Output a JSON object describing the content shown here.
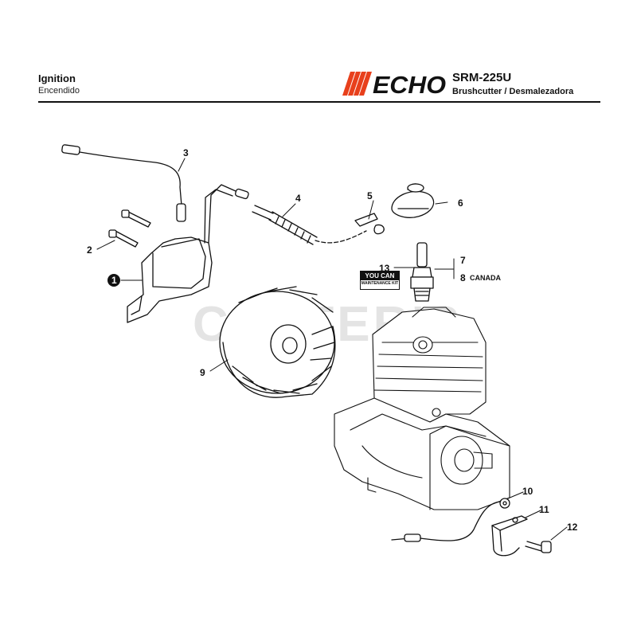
{
  "header": {
    "title": "Ignition",
    "subtitle": "Encendido",
    "brand": "ECHO",
    "model": "SRM-225U",
    "product": "Brushcutter / Desmalezadora"
  },
  "watermark": "CUTTER'S",
  "badge": {
    "line1": "YOU CAN",
    "line2": "MAINTENANCE KIT"
  },
  "colors": {
    "brand_orange": "#e8401c",
    "ink": "#111111",
    "watermark": "#cfcfcf"
  },
  "callouts": [
    {
      "id": "c1",
      "label": "1",
      "circled": true
    },
    {
      "id": "c2",
      "label": "2"
    },
    {
      "id": "c3",
      "label": "3"
    },
    {
      "id": "c4",
      "label": "4"
    },
    {
      "id": "c5",
      "label": "5"
    },
    {
      "id": "c6",
      "label": "6"
    },
    {
      "id": "c7",
      "label": "7"
    },
    {
      "id": "c8",
      "label": "8"
    },
    {
      "id": "c8note",
      "label": "CANADA"
    },
    {
      "id": "c9",
      "label": "9"
    },
    {
      "id": "c10",
      "label": "10"
    },
    {
      "id": "c11",
      "label": "11"
    },
    {
      "id": "c12",
      "label": "12"
    },
    {
      "id": "c13",
      "label": "13"
    }
  ]
}
